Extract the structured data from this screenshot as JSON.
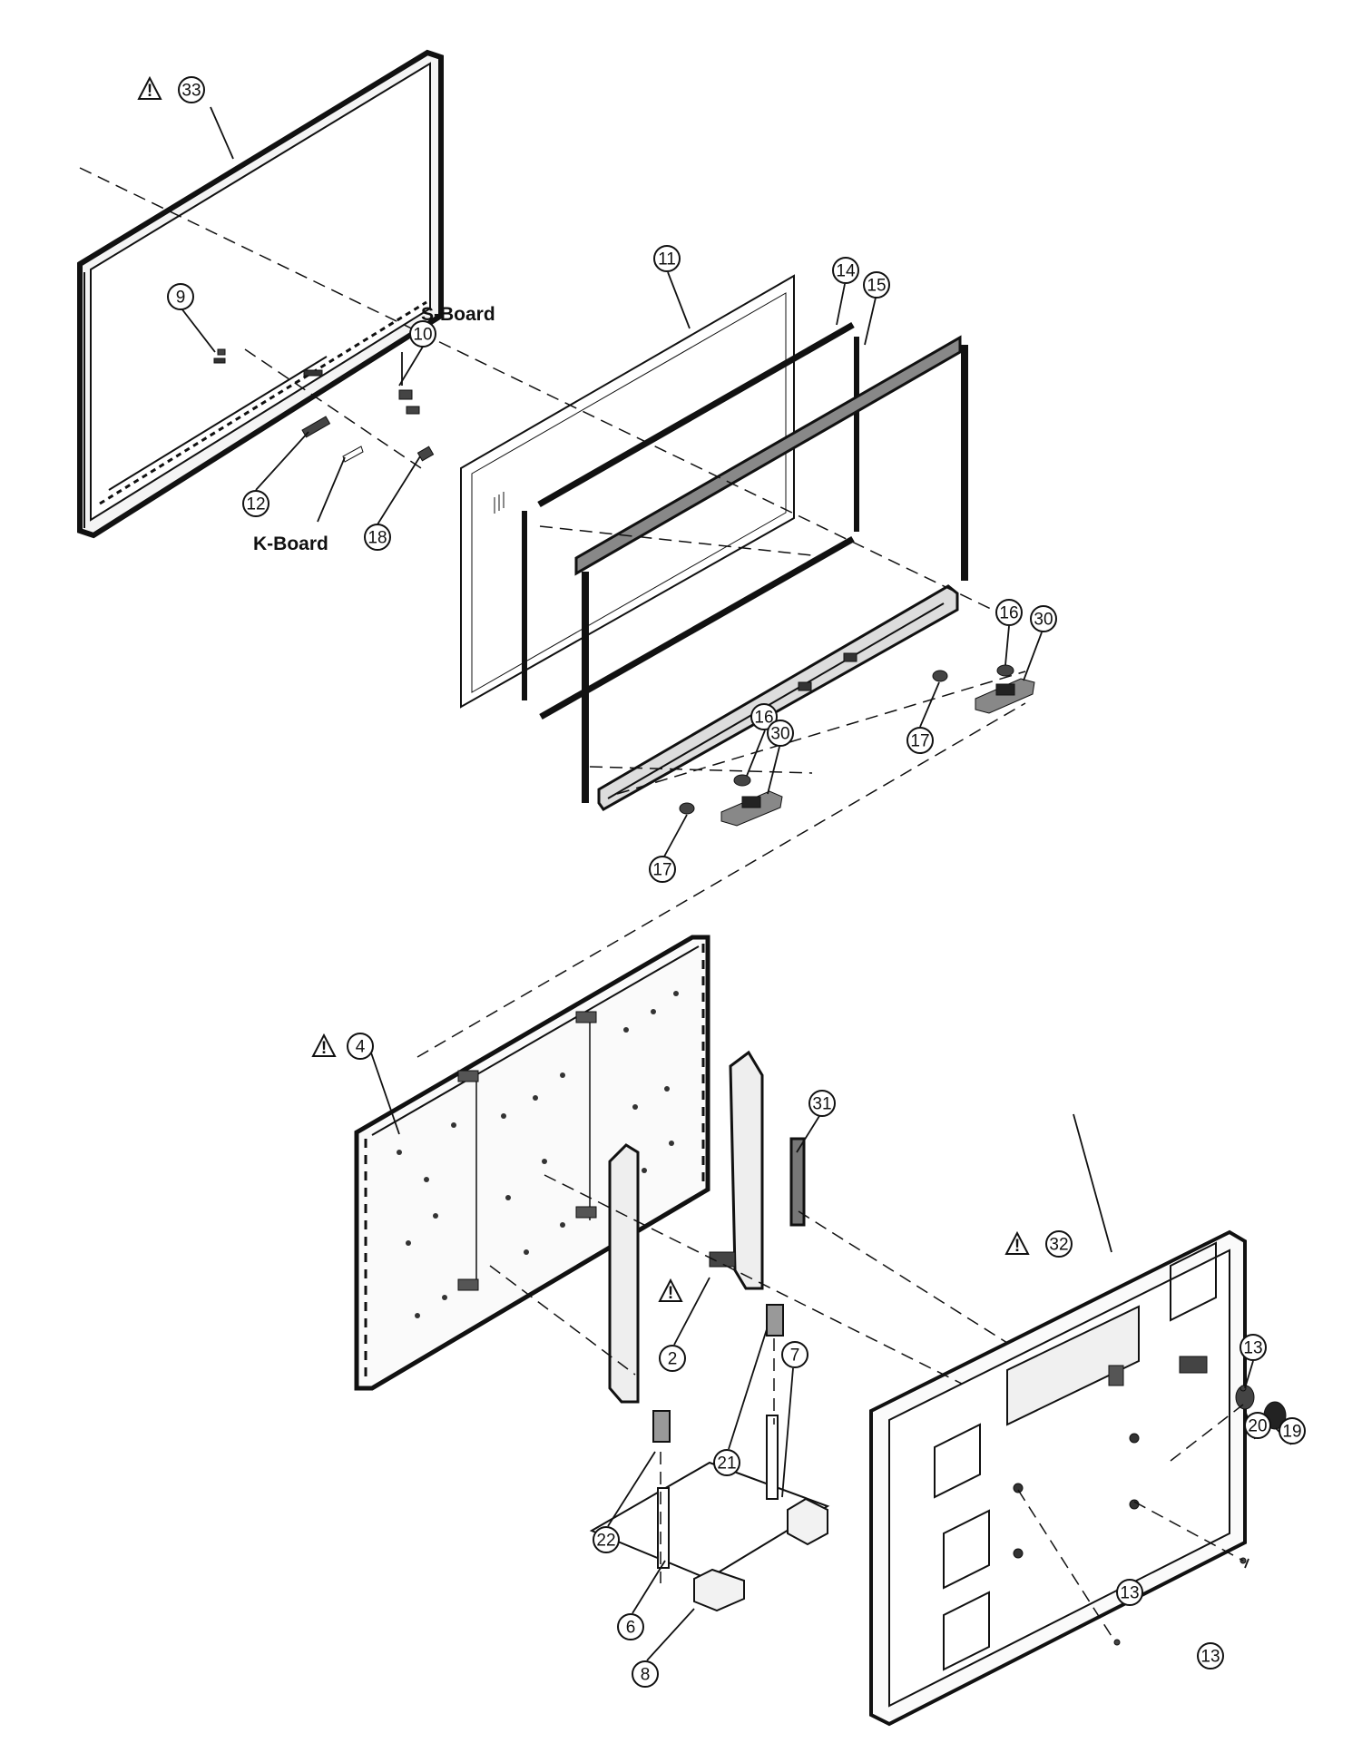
{
  "diagram": {
    "board_labels": {
      "s_board": "S-Board",
      "k_board": "K-Board"
    },
    "warning_symbol": "!",
    "callouts": [
      {
        "id": "c33",
        "num": "33",
        "warning": true
      },
      {
        "id": "c9",
        "num": "9"
      },
      {
        "id": "c10",
        "num": "10"
      },
      {
        "id": "c12",
        "num": "12"
      },
      {
        "id": "c18",
        "num": "18"
      },
      {
        "id": "c11",
        "num": "11"
      },
      {
        "id": "c14",
        "num": "14"
      },
      {
        "id": "c15",
        "num": "15"
      },
      {
        "id": "c16a",
        "num": "16"
      },
      {
        "id": "c30a",
        "num": "30"
      },
      {
        "id": "c17a",
        "num": "17"
      },
      {
        "id": "c16b",
        "num": "16"
      },
      {
        "id": "c30b",
        "num": "30"
      },
      {
        "id": "c17b",
        "num": "17"
      },
      {
        "id": "c4",
        "num": "4",
        "warning": true
      },
      {
        "id": "c31",
        "num": "31"
      },
      {
        "id": "c2",
        "num": "2",
        "warning": true
      },
      {
        "id": "c21",
        "num": "21"
      },
      {
        "id": "c7",
        "num": "7"
      },
      {
        "id": "c22",
        "num": "22"
      },
      {
        "id": "c6",
        "num": "6"
      },
      {
        "id": "c8",
        "num": "8"
      },
      {
        "id": "c32",
        "num": "32",
        "warning": true
      },
      {
        "id": "c13a",
        "num": "13"
      },
      {
        "id": "c20",
        "num": "20"
      },
      {
        "id": "c19",
        "num": "19"
      },
      {
        "id": "c13b",
        "num": "13"
      },
      {
        "id": "c13c",
        "num": "13"
      }
    ]
  }
}
